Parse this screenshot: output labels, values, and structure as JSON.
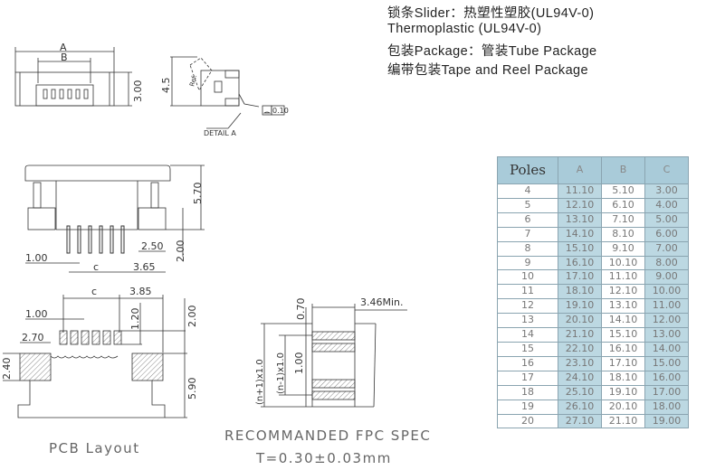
{
  "specs": [
    "锁条Slider：热塑性塑胶(UL94V-0)",
    "Thermoplastic (UL94V-0)",
    "包装Package：管装Tube Package",
    "编带包装Tape and Reel Package"
  ],
  "front_view": {
    "dim_a": "A",
    "dim_b": "B",
    "height": "3.00"
  },
  "side_view": {
    "height": "4.5",
    "ref": "Ref.",
    "detail": "DETAIL A",
    "flatness": "0.10"
  },
  "bottom_view": {
    "height": "5.70",
    "pin_len": "2.00",
    "edge": "2.50",
    "pitch": "1.00",
    "span": "c",
    "side": "3.65"
  },
  "pcb_layout": {
    "title": "PCB Layout",
    "span": "c",
    "side": "3.85",
    "pitch": "1.00",
    "pad_len": "1.20",
    "row_gap": "2.00",
    "pad_w": "2.70",
    "pad_h": "2.40",
    "depth": "5.90"
  },
  "fpc_spec": {
    "title": "RECOMMANDED FPC SPEC",
    "thickness": "T=0.30±0.03mm",
    "tip": "0.70",
    "min_len": "3.46Min.",
    "outer": "(n+1)x1.0",
    "inner": "(n-1)x1.0",
    "pitch": "1.00"
  },
  "table": {
    "headers": [
      "Poles",
      "A",
      "B",
      "C"
    ],
    "rows": [
      [
        "4",
        "11.10",
        "5.10",
        "3.00"
      ],
      [
        "5",
        "12.10",
        "6.10",
        "4.00"
      ],
      [
        "6",
        "13.10",
        "7.10",
        "5.00"
      ],
      [
        "7",
        "14.10",
        "8.10",
        "6.00"
      ],
      [
        "8",
        "15.10",
        "9.10",
        "7.00"
      ],
      [
        "9",
        "16.10",
        "10.10",
        "8.00"
      ],
      [
        "10",
        "17.10",
        "11.10",
        "9.00"
      ],
      [
        "11",
        "18.10",
        "12.10",
        "10.00"
      ],
      [
        "12",
        "19.10",
        "13.10",
        "11.00"
      ],
      [
        "13",
        "20.10",
        "14.10",
        "12.00"
      ],
      [
        "14",
        "21.10",
        "15.10",
        "13.00"
      ],
      [
        "15",
        "22.10",
        "16.10",
        "14.00"
      ],
      [
        "16",
        "23.10",
        "17.10",
        "15.00"
      ],
      [
        "17",
        "24.10",
        "18.10",
        "16.00"
      ],
      [
        "18",
        "25.10",
        "19.10",
        "17.00"
      ],
      [
        "19",
        "26.10",
        "20.10",
        "18.00"
      ],
      [
        "20",
        "27.10",
        "21.10",
        "19.00"
      ]
    ]
  }
}
